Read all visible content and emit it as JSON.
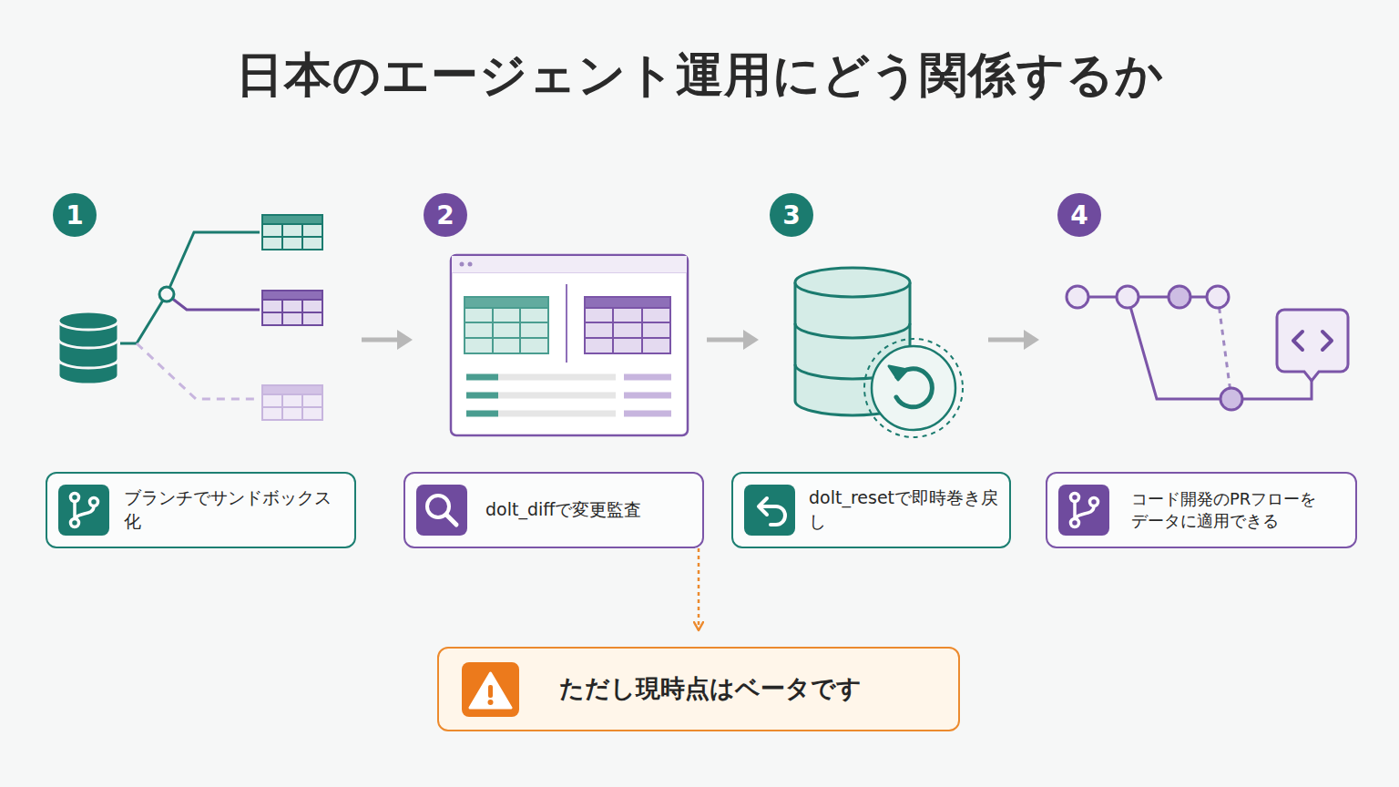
{
  "diagram": {
    "title": "日本のエージェント運用にどう関係するか",
    "nodes": [
      {
        "text": [
          "1"
        ]
      },
      {
        "text": [
          "2"
        ]
      },
      {
        "text": [
          "3"
        ]
      },
      {
        "text": [
          "4"
        ]
      },
      {
        "text": [
          "ブランチでサンドボックス化"
        ]
      },
      {
        "text": [
          "dolt_diffで変更監査"
        ]
      },
      {
        "text": [
          "dolt_resetで即時巻き戻し"
        ]
      },
      {
        "text": [
          "コード開発のPRフローを データに適用できる"
        ]
      },
      {
        "text": [
          "ただし現時点はベータです"
        ]
      }
    ],
    "edges": [
      {
        "from": 5,
        "to": 8,
        "arrow": "to"
      }
    ]
  }
}
